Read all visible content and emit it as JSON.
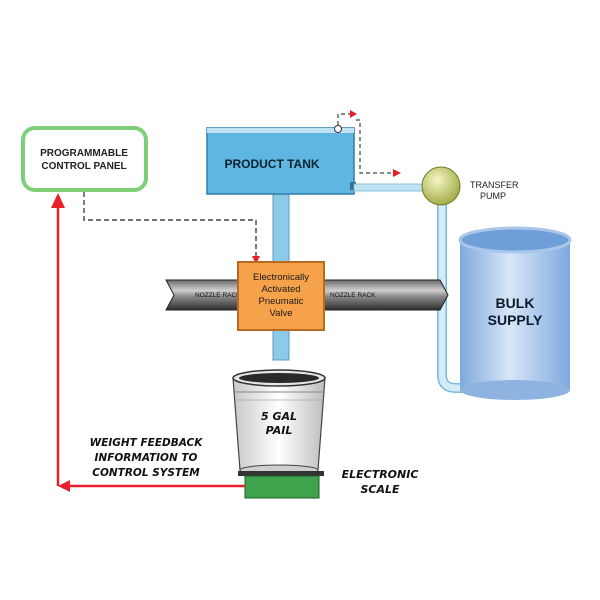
{
  "diagram": {
    "control_panel": {
      "line1": "PROGRAMMABLE",
      "line2": "CONTROL PANEL"
    },
    "product_tank": {
      "label": "PRODUCT TANK"
    },
    "transfer_pump": {
      "line1": "TRANSFER",
      "line2": "PUMP"
    },
    "bulk_supply": {
      "line1": "BULK",
      "line2": "SUPPLY"
    },
    "nozzle_rack": {
      "left_label": "NOZZLE RACK",
      "right_label": "NOZZLE RACK"
    },
    "valve": {
      "line1": "Electronically",
      "line2": "Activated",
      "line3": "Pneumatic",
      "line4": "Valve"
    },
    "pail": {
      "line1": "5 GAL",
      "line2": "PAIL"
    },
    "scale": {
      "line1": "ELECTRONIC",
      "line2": "SCALE"
    },
    "feedback": {
      "line1": "WEIGHT FEEDBACK",
      "line2": "INFORMATION TO",
      "line3": "CONTROL SYSTEM"
    }
  },
  "colors": {
    "tank_blue": "#5fb6e0",
    "pipe_blue": "#8ccbe8",
    "panel_green": "#7fcf7a",
    "valve_orange": "#f6a24a",
    "feedback_red": "#e8202a",
    "signal_red": "#e8202a",
    "scale_green": "#3fa24c",
    "pump_yellow": "#d9e07a"
  }
}
